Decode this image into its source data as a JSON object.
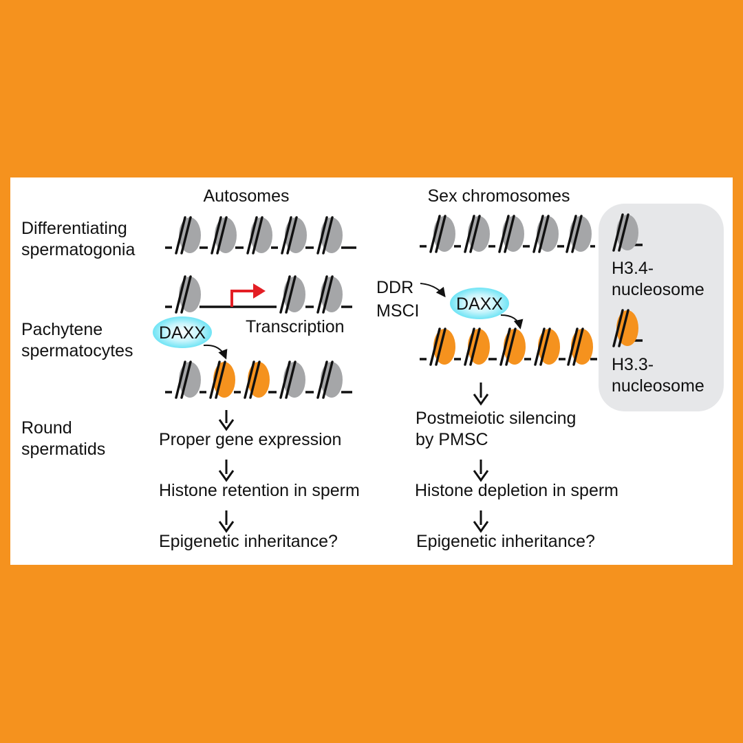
{
  "colors": {
    "background": "#F5921E",
    "panel": "#FFFFFF",
    "legend_box": "#E6E7E9",
    "h34_nucleosome": "#A5A6A8",
    "h33_nucleosome": "#F5921E",
    "daxx_glow": "#6FE4F5",
    "transcription_arrow": "#E31E24",
    "dna": "#111111"
  },
  "headers": {
    "autosomes": "Autosomes",
    "sex": "Sex chromosomes"
  },
  "stages": {
    "diff_l1": "Differentiating",
    "diff_l2": "spermatogonia",
    "pach_l1": "Pachytene",
    "pach_l2": "spermatocytes",
    "round_l1": "Round",
    "round_l2": "spermatids"
  },
  "autosomes": {
    "transcription": "Transcription",
    "daxx": "DAXX",
    "step1": "Proper gene expression",
    "step2": "Histone retention in sperm",
    "step3": "Epigenetic inheritance?"
  },
  "sex": {
    "ddr": "DDR",
    "msci": "MSCI",
    "daxx": "DAXX",
    "step1_l1": "Postmeiotic silencing",
    "step1_l2": "by PMSC",
    "step2": "Histone depletion in sperm",
    "step3": "Epigenetic inheritance?"
  },
  "legend": {
    "h34_l1": "H3.4-",
    "h34_l2": "nucleosome",
    "h33_l1": "H3.3-",
    "h33_l2": "nucleosome"
  }
}
